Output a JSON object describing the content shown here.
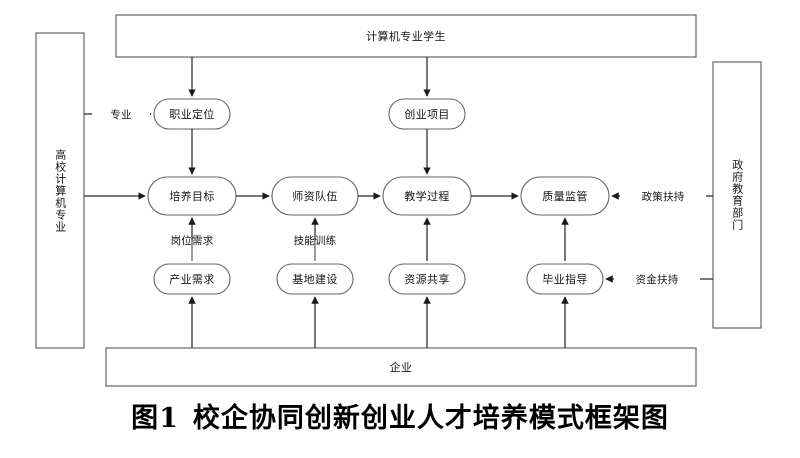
{
  "figure": {
    "caption_index": "图1",
    "caption_text": "校企协同创新创业人才培养模式框架图",
    "background_color": "#ffffff",
    "stroke_color": "#555555",
    "text_color": "#16161a"
  },
  "panels": {
    "top": {
      "label": "计算机专业学生"
    },
    "bottom": {
      "label": "企业"
    },
    "left": {
      "label": "高校计算机专业"
    },
    "right": {
      "label": "政府教育部门"
    }
  },
  "nodes": {
    "career_positioning": {
      "label": "职业定位"
    },
    "startup_project": {
      "label": "创业项目"
    },
    "training_objectives": {
      "label": "培养目标"
    },
    "faculty_team": {
      "label": "师资队伍"
    },
    "teaching_process": {
      "label": "教学过程"
    },
    "quality_supervision": {
      "label": "质量监管"
    },
    "industry_demand": {
      "label": "产业需求"
    },
    "base_construction": {
      "label": "基地建设"
    },
    "resource_sharing": {
      "label": "资源共享"
    },
    "graduation_guidance": {
      "label": "毕业指导"
    }
  },
  "edge_labels": {
    "major": "专业",
    "job_requirements": "岗位需求",
    "skills_training": "技能训练",
    "policy_support": "政策扶持",
    "financial_support": "资金扶持"
  },
  "chart_data": {
    "type": "diagram",
    "title": "校企协同创新创业人才培养模式框架图",
    "flow": [
      {
        "from": "计算机专业学生",
        "to": "职业定位",
        "label": ""
      },
      {
        "from": "计算机专业学生",
        "to": "创业项目",
        "label": ""
      },
      {
        "from": "高校计算机专业",
        "to": "职业定位",
        "label": "专业"
      },
      {
        "from": "高校计算机专业",
        "to": "培养目标",
        "label": ""
      },
      {
        "from": "职业定位",
        "to": "培养目标",
        "label": ""
      },
      {
        "from": "创业项目",
        "to": "教学过程",
        "label": ""
      },
      {
        "from": "培养目标",
        "to": "师资队伍",
        "label": ""
      },
      {
        "from": "师资队伍",
        "to": "教学过程",
        "label": ""
      },
      {
        "from": "教学过程",
        "to": "质量监管",
        "label": ""
      },
      {
        "from": "政府教育部门",
        "to": "质量监管",
        "label": "政策扶持"
      },
      {
        "from": "政府教育部门",
        "to": "毕业指导",
        "label": "资金扶持"
      },
      {
        "from": "产业需求",
        "to": "培养目标",
        "label": "岗位需求"
      },
      {
        "from": "基地建设",
        "to": "师资队伍",
        "label": "技能训练"
      },
      {
        "from": "资源共享",
        "to": "教学过程",
        "label": ""
      },
      {
        "from": "毕业指导",
        "to": "质量监管",
        "label": ""
      },
      {
        "from": "企业",
        "to": "产业需求",
        "label": ""
      },
      {
        "from": "企业",
        "to": "基地建设",
        "label": ""
      },
      {
        "from": "企业",
        "to": "资源共享",
        "label": ""
      },
      {
        "from": "企业",
        "to": "毕业指导",
        "label": ""
      }
    ]
  }
}
